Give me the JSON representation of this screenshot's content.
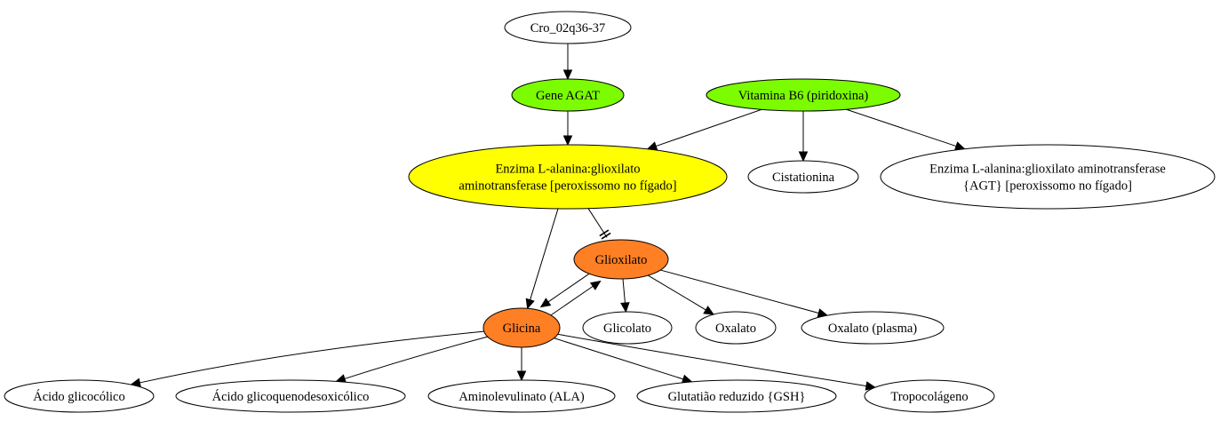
{
  "colors": {
    "green": "#7CFC00",
    "yellow": "#FFFF00",
    "orange": "#FF7F24",
    "white": "#FFFFFF",
    "stroke": "#000000"
  },
  "nodes": [
    {
      "id": "cro",
      "lines": [
        "Cro_02q36-37"
      ],
      "color": "white"
    },
    {
      "id": "gene",
      "lines": [
        "Gene AGAT"
      ],
      "color": "green"
    },
    {
      "id": "vitb6",
      "lines": [
        "Vitamina B6 (piridoxina)"
      ],
      "color": "green"
    },
    {
      "id": "enzima",
      "lines": [
        "Enzima L-alanina:glioxilato",
        "aminotransferase [peroxissomo no fígado]"
      ],
      "color": "yellow"
    },
    {
      "id": "cistationina",
      "lines": [
        "Cistationina"
      ],
      "color": "white"
    },
    {
      "id": "enzima_agt",
      "lines": [
        "Enzima L-alanina:glioxilato aminotransferase",
        "{AGT} [peroxissomo no fígado]"
      ],
      "color": "white"
    },
    {
      "id": "glioxilato",
      "lines": [
        "Glioxilato"
      ],
      "color": "orange"
    },
    {
      "id": "glicina",
      "lines": [
        "Glicina"
      ],
      "color": "orange"
    },
    {
      "id": "glicolato",
      "lines": [
        "Glicolato"
      ],
      "color": "white"
    },
    {
      "id": "oxalato",
      "lines": [
        "Oxalato"
      ],
      "color": "white"
    },
    {
      "id": "oxalato_plasma",
      "lines": [
        "Oxalato (plasma)"
      ],
      "color": "white"
    },
    {
      "id": "acido_glicocolico",
      "lines": [
        "Ácido glicocólico"
      ],
      "color": "white"
    },
    {
      "id": "acido_glicoqueno",
      "lines": [
        "Ácido glicoquenodesoxicólico"
      ],
      "color": "white"
    },
    {
      "id": "ala",
      "lines": [
        "Aminolevulinato (ALA)"
      ],
      "color": "white"
    },
    {
      "id": "gsh",
      "lines": [
        "Glutatião reduzido {GSH}"
      ],
      "color": "white"
    },
    {
      "id": "tropocolageno",
      "lines": [
        "Tropocolágeno"
      ],
      "color": "white"
    }
  ],
  "edges": [
    {
      "from": "cro",
      "to": "gene",
      "type": "arrow"
    },
    {
      "from": "gene",
      "to": "enzima",
      "type": "arrow"
    },
    {
      "from": "vitb6",
      "to": "enzima",
      "type": "arrow"
    },
    {
      "from": "vitb6",
      "to": "cistationina",
      "type": "arrow"
    },
    {
      "from": "vitb6",
      "to": "enzima_agt",
      "type": "arrow"
    },
    {
      "from": "enzima",
      "to": "glicina",
      "type": "arrow"
    },
    {
      "from": "enzima",
      "to": "glioxilato",
      "type": "inhibit"
    },
    {
      "from": "glioxilato",
      "to": "glicina",
      "type": "arrow"
    },
    {
      "from": "glicina",
      "to": "glioxilato",
      "type": "arrow"
    },
    {
      "from": "glioxilato",
      "to": "glicolato",
      "type": "arrow"
    },
    {
      "from": "glioxilato",
      "to": "oxalato",
      "type": "arrow"
    },
    {
      "from": "glioxilato",
      "to": "oxalato_plasma",
      "type": "arrow"
    },
    {
      "from": "glicina",
      "to": "acido_glicocolico",
      "type": "arrow"
    },
    {
      "from": "glicina",
      "to": "acido_glicoqueno",
      "type": "arrow"
    },
    {
      "from": "glicina",
      "to": "ala",
      "type": "arrow"
    },
    {
      "from": "glicina",
      "to": "gsh",
      "type": "arrow"
    },
    {
      "from": "glicina",
      "to": "tropocolageno",
      "type": "arrow"
    }
  ]
}
